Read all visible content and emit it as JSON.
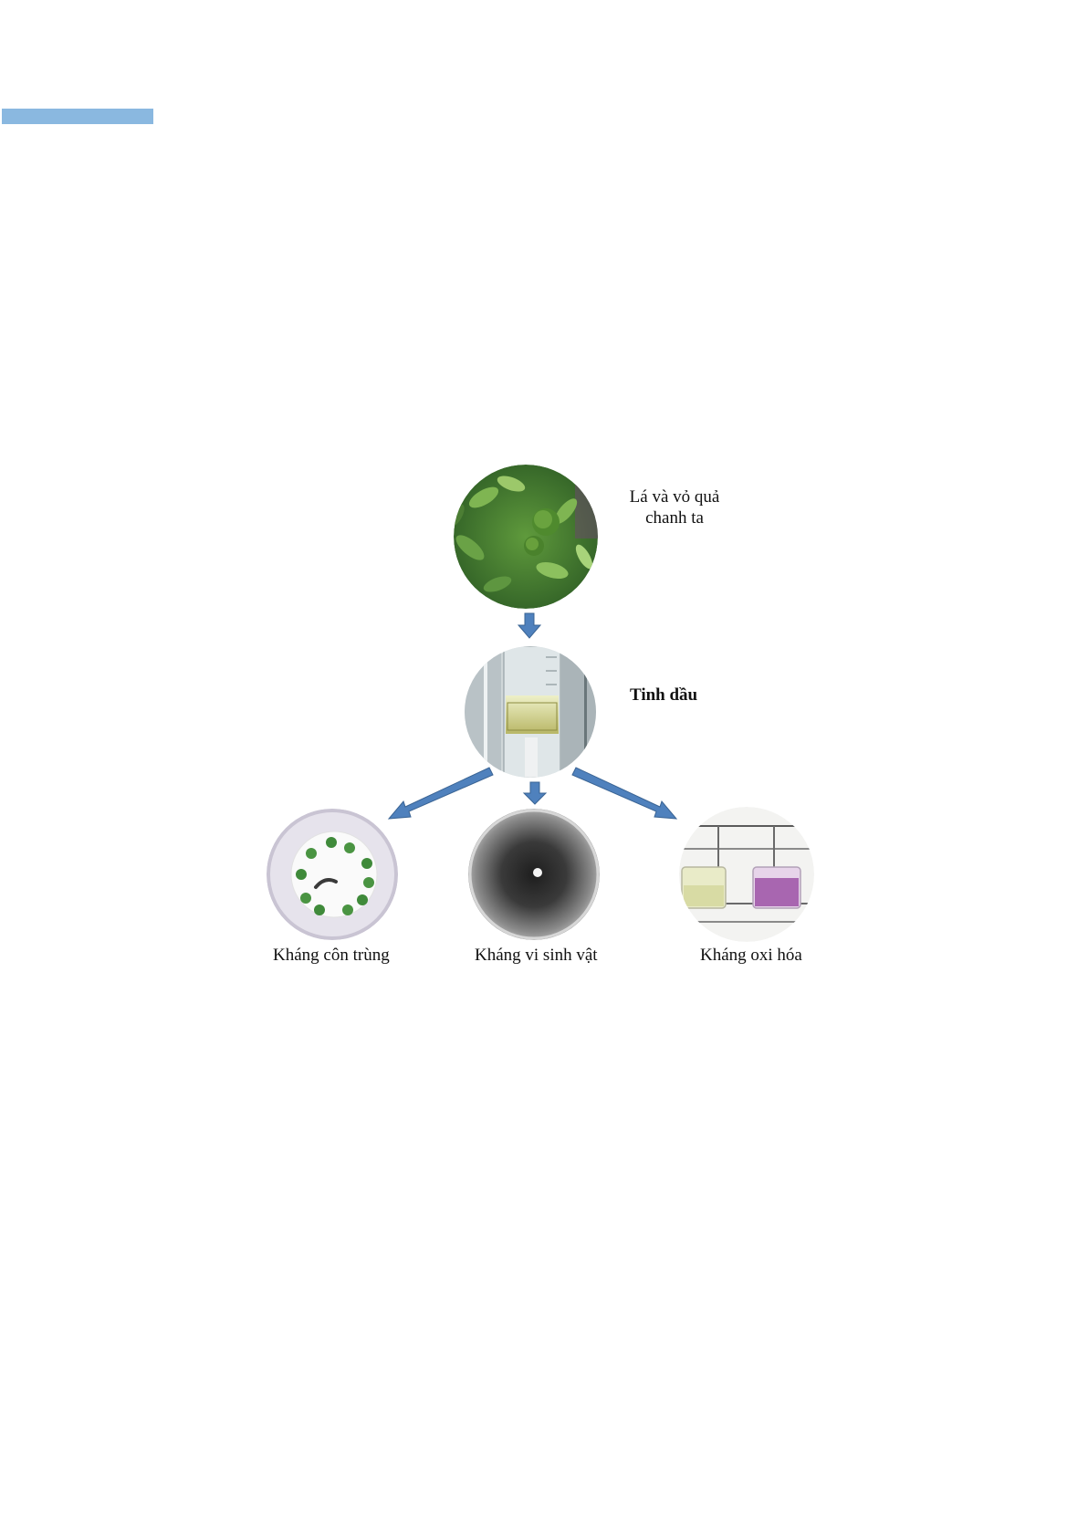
{
  "colors": {
    "accent_bar": "#8ab8e0",
    "arrow_fill": "#4f81bd",
    "arrow_stroke": "#3a6494"
  },
  "diagram": {
    "source": {
      "label_line1": "Lá và vỏ quả",
      "label_line2": "chanh ta",
      "icon": "lime-tree-photo-icon"
    },
    "product": {
      "label": "Tinh dầu",
      "icon": "essential-oil-cylinder-photo-icon"
    },
    "activities": [
      {
        "label": "Kháng côn trùng",
        "icon": "insect-assay-dish-photo-icon"
      },
      {
        "label": "Kháng vi sinh vật",
        "icon": "microbe-inhibition-dish-photo-icon"
      },
      {
        "label": "Kháng oxi hóa",
        "icon": "antioxidant-beakers-photo-icon"
      }
    ]
  }
}
